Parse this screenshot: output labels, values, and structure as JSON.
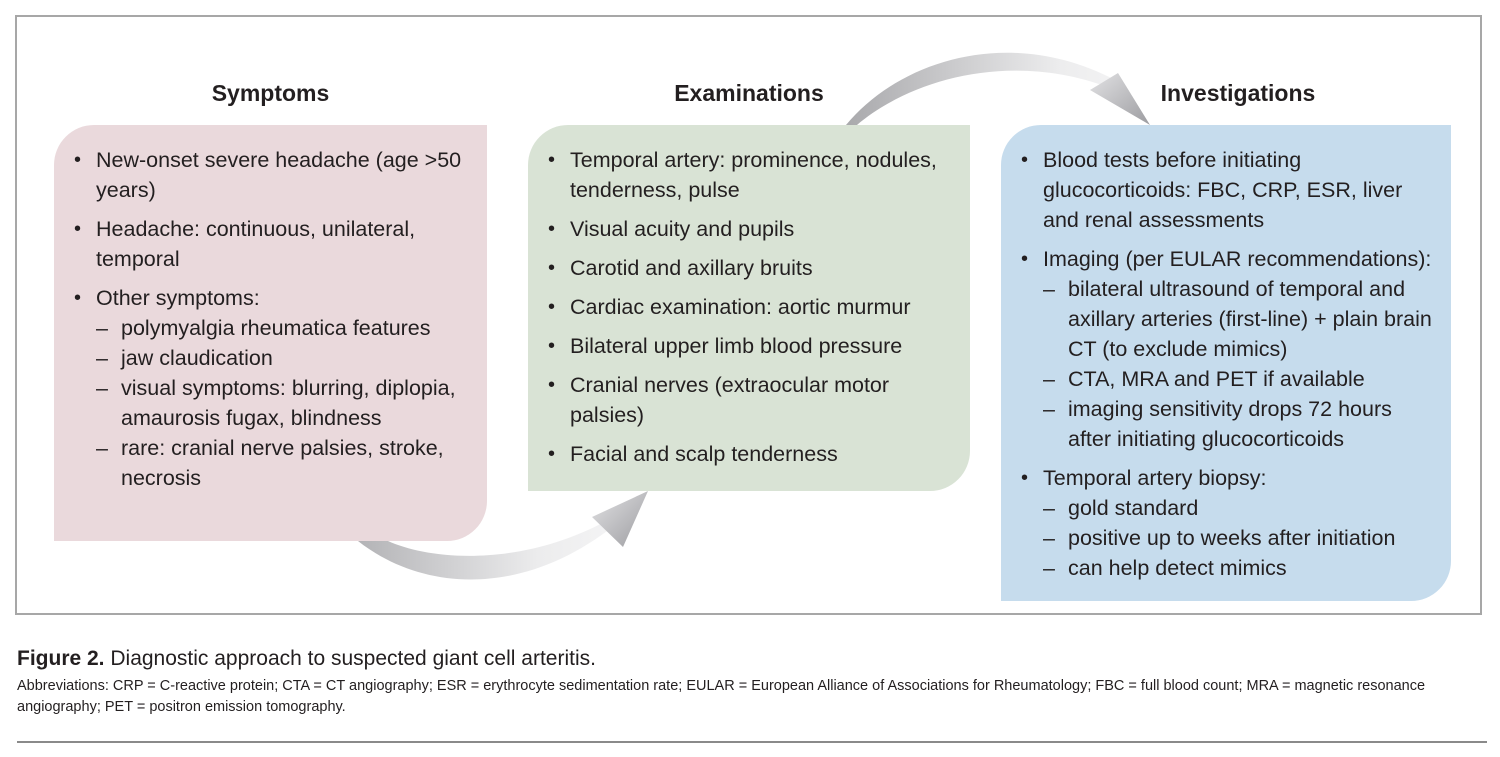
{
  "colors": {
    "symptoms_box": "#ead9dc",
    "examinations_box": "#d9e3d5",
    "investigations_box": "#c6dced",
    "arrow_gray": "#b9b9bb",
    "text": "#231f20"
  },
  "columns": [
    {
      "title": "Symptoms",
      "items": [
        {
          "text": "New-onset severe headache (age >50 years)",
          "subitems": []
        },
        {
          "text": "Headache: continuous, unilateral, temporal",
          "subitems": []
        },
        {
          "text": "Other symptoms:",
          "subitems": [
            "polymyalgia rheumatica features",
            "jaw claudication",
            "visual symptoms: blurring, diplopia, amaurosis fugax, blindness",
            "rare: cranial nerve palsies, stroke, necrosis"
          ]
        }
      ]
    },
    {
      "title": "Examinations",
      "items": [
        {
          "text": "Temporal artery: prominence, nodules, tenderness, pulse",
          "subitems": []
        },
        {
          "text": "Visual acuity and pupils",
          "subitems": []
        },
        {
          "text": "Carotid and axillary bruits",
          "subitems": []
        },
        {
          "text": "Cardiac examination: aortic murmur",
          "subitems": []
        },
        {
          "text": "Bilateral upper limb blood pressure",
          "subitems": []
        },
        {
          "text": "Cranial nerves (extraocular motor palsies)",
          "subitems": []
        },
        {
          "text": "Facial and scalp tenderness",
          "subitems": []
        }
      ]
    },
    {
      "title": "Investigations",
      "items": [
        {
          "text": "Blood tests before initiating glucocorticoids: FBC, CRP, ESR, liver and renal assessments",
          "subitems": []
        },
        {
          "text": "Imaging (per EULAR recommendations):",
          "subitems": [
            "bilateral ultrasound of temporal and axillary arteries (first-line) + plain brain CT (to exclude mimics)",
            "CTA, MRA and PET if available",
            "imaging sensitivity drops 72 hours after initiating glucocorticoids"
          ]
        },
        {
          "text": "Temporal artery biopsy:",
          "subitems": [
            "gold standard",
            "positive up to weeks after initiation",
            "can help detect mimics"
          ]
        }
      ]
    }
  ],
  "arrows": [
    {
      "name": "symptoms-to-examinations-arrow",
      "from": "Symptoms",
      "to": "Examinations"
    },
    {
      "name": "examinations-to-investigations-arrow",
      "from": "Examinations",
      "to": "Investigations"
    }
  ],
  "caption": {
    "label": "Figure 2.",
    "title": " Diagnostic approach to suspected giant cell arteritis.",
    "abbreviations": "Abbreviations: CRP = C-reactive protein; CTA = CT angiography; ESR = erythrocyte sedimentation rate; EULAR = European Alliance of Associations for Rheumatology; FBC = full blood count; MRA = magnetic resonance angiography; PET = positron emission tomography."
  }
}
